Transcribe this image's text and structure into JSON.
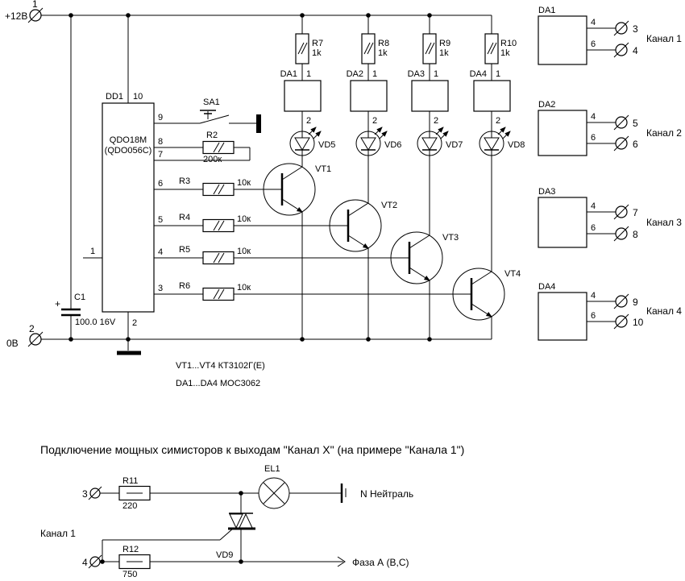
{
  "power_input": {
    "terminal1_num": "1",
    "terminal1_label": "+12В",
    "terminal2_num": "2",
    "terminal2_label": "0В"
  },
  "capacitor": {
    "plus": "+",
    "ref": "C1",
    "value": "100.0 16V"
  },
  "chip": {
    "ref": "DD1",
    "name_line1": "QDO18M",
    "name_line2": "(QDO056C)",
    "pin10": "10",
    "pin9": "9",
    "pin8": "8",
    "pin7": "7",
    "pin1": "1",
    "pin2": "2"
  },
  "switch": {
    "ref": "SA1"
  },
  "r2": {
    "ref": "R2",
    "value": "200к"
  },
  "base_resistors": [
    {
      "pin": "6",
      "ref": "R3",
      "value": "10к"
    },
    {
      "pin": "5",
      "ref": "R4",
      "value": "10к"
    },
    {
      "pin": "4",
      "ref": "R5",
      "value": "10к"
    },
    {
      "pin": "3",
      "ref": "R6",
      "value": "10к"
    }
  ],
  "channels": [
    {
      "res_ref": "R7",
      "res_value": "1k",
      "opto_ref": "DA1",
      "opto_pin_top": "1",
      "opto_pin_bottom": "2",
      "led_ref": "VD5",
      "transistor_ref": "VT1"
    },
    {
      "res_ref": "R8",
      "res_value": "1k",
      "opto_ref": "DA2",
      "opto_pin_top": "1",
      "opto_pin_bottom": "2",
      "led_ref": "VD6",
      "transistor_ref": "VT2"
    },
    {
      "res_ref": "R9",
      "res_value": "1k",
      "opto_ref": "DA3",
      "opto_pin_top": "1",
      "opto_pin_bottom": "2",
      "led_ref": "VD7",
      "transistor_ref": "VT3"
    },
    {
      "res_ref": "R10",
      "res_value": "1k",
      "opto_ref": "DA4",
      "opto_pin_top": "1",
      "opto_pin_bottom": "2",
      "led_ref": "VD8",
      "transistor_ref": "VT4"
    }
  ],
  "notes": {
    "line1": "VT1...VT4 КТ3102Г(Е)",
    "line2": "DA1...DA4 MOC3062"
  },
  "outputs": [
    {
      "ref": "DA1",
      "pin_a": "4",
      "pin_b": "6",
      "terminal_a": "3",
      "terminal_b": "4",
      "channel": "Канал 1"
    },
    {
      "ref": "DA2",
      "pin_a": "4",
      "pin_b": "6",
      "terminal_a": "5",
      "terminal_b": "6",
      "channel": "Канал 2"
    },
    {
      "ref": "DA3",
      "pin_a": "4",
      "pin_b": "6",
      "terminal_a": "7",
      "terminal_b": "8",
      "channel": "Канал 3"
    },
    {
      "ref": "DA4",
      "pin_a": "4",
      "pin_b": "6",
      "terminal_a": "9",
      "terminal_b": "10",
      "channel": "Канал 4"
    }
  ],
  "bottom_section": {
    "caption": "Подключение мощных симисторов к выходам \"Канал X\" (на примере \"Канала 1\")",
    "channel_label": "Канал 1",
    "terminal_top": "3",
    "terminal_bottom": "4",
    "r11": {
      "ref": "R11",
      "value": "220"
    },
    "r12": {
      "ref": "R12",
      "value": "750"
    },
    "lamp_ref": "EL1",
    "triac_ref": "VD9",
    "neutral_label": "N Нейтраль",
    "phase_label": "Фаза А (В,С)"
  }
}
